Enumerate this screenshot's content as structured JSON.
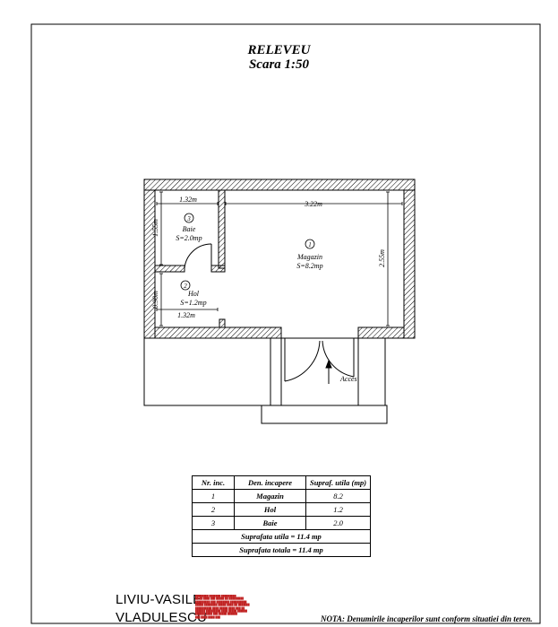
{
  "header": {
    "title": "RELEVEU",
    "scale": "Scara 1:50"
  },
  "rooms": [
    {
      "nr": "1",
      "name": "Magazin",
      "area": "S=8.2mp"
    },
    {
      "nr": "2",
      "name": "Hol",
      "area": "S=1.2mp"
    },
    {
      "nr": "3",
      "name": "Baie",
      "area": "S=2.0mp"
    }
  ],
  "dimensions": {
    "baie_width": "1.32m",
    "magazin_width": "3.22m",
    "baie_height": "1.55m",
    "magazin_height": "2.55m",
    "hol_height": "0.90m",
    "hol_width": "1.32m"
  },
  "entrance_label": "Acces",
  "table": {
    "headers": [
      "Nr. inc.",
      "Den. incapere",
      "Supraf. utila (mp)"
    ],
    "rows": [
      [
        "1",
        "Magazin",
        "8.2"
      ],
      [
        "2",
        "Hol",
        "1.2"
      ],
      [
        "3",
        "Baie",
        "2.0"
      ]
    ],
    "total_useful": "Suprafata utila = 11.4 mp",
    "total": "Suprafata totala = 11.4 mp"
  },
  "author": {
    "line1": "LIVIU-VASILE",
    "line2": "VLADULESCU"
  },
  "note": "NOTA: Denumirile incaperilor sunt conform situatiei din teren.",
  "colors": {
    "ink": "#000000",
    "stamp": "#c02020",
    "paper": "#ffffff"
  }
}
